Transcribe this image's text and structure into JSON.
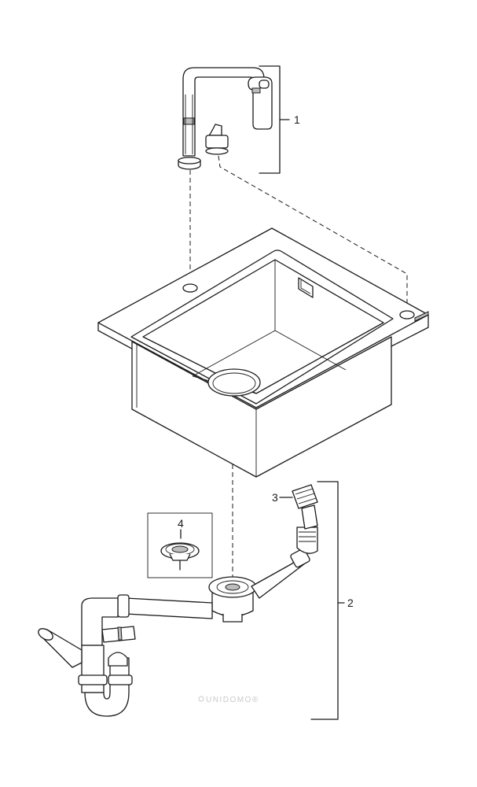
{
  "callouts": {
    "faucet_set": "1",
    "drain_set": "2",
    "spray_accessory": "3",
    "strainer_basket": "4"
  },
  "watermark": "UNIDOMO®",
  "colors": {
    "line": "#1a1a1a",
    "shade": "#bdbdbd",
    "watermark": "#c9c9c9"
  }
}
